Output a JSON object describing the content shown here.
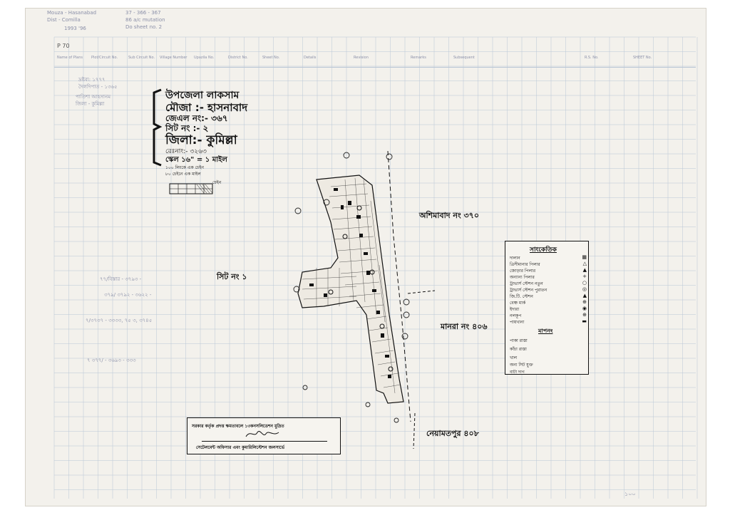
{
  "sheet": {
    "page_code": "P 70"
  },
  "header_columns": [
    "Name of Plans",
    "Plot/Circuit No.",
    "Sub Circuit No.",
    "Village Number",
    "Upazila No.",
    "District No.",
    "Sheet No.",
    "Details",
    "Revision",
    "Remarks",
    "Subsequent",
    "R.S. No.",
    "SHEET No."
  ],
  "title_block": {
    "upazila": "উপজেলা লাকসাম",
    "mouza": "মৌজা :- হাসনাবাদ",
    "jl_no": "জেএল নং:- ৩৬৭",
    "sheet_no": "সিট নং :- ২",
    "district": "জিলা:- কুমিল্লা",
    "registration": "রেঃনাং:- ৩২৬৩",
    "scale": "স্কেল ১৬\" = ১ মাইল",
    "chain_line1": "১০০ লিংকে এক চেইন",
    "chain_line2": "৮০ চেইনে এক মাইল",
    "scalebar_label": "চেইন"
  },
  "map_labels": {
    "adjacent_north_east": "অশিমাবাদ নং ৩৭০",
    "adjacent_east": "মানরা নং ৪০৬",
    "adjacent_south": "নেয়ামতপুর ৪০৮",
    "adjacent_west": "সিট নং ১"
  },
  "legend": {
    "title": "সাংকেতিক",
    "rows": [
      {
        "label": "দালান",
        "symbol": "▦"
      },
      {
        "label": "ত্রিসীমানার পিলার",
        "symbol": "△"
      },
      {
        "label": "জোড়ার পিলার",
        "symbol": "▲"
      },
      {
        "label": "অন্যান্য পিলার",
        "symbol": "+"
      },
      {
        "label": "ট্রাভার্স স্টেশন নতুন",
        "symbol": "○"
      },
      {
        "label": "ট্রাভার্স স্টেশন পুরাতন",
        "symbol": "◎"
      },
      {
        "label": "জি.টি. স্টেশন",
        "symbol": "▲"
      },
      {
        "label": "বেঞ্চ মার্ক",
        "symbol": "⊕"
      },
      {
        "label": "ইদারা",
        "symbol": "◉"
      },
      {
        "label": "নলকূপ",
        "symbol": "⊕"
      },
      {
        "label": "পায়খানা",
        "symbol": "▬"
      }
    ],
    "roads_title": "মাপনং",
    "roads": [
      "পাকা রাস্তা",
      "কাঁচা রাস্তা",
      "খাল",
      "অন্য সিট যুক্ত",
      "বাটা দাগ"
    ]
  },
  "certificate": {
    "text": "সরকার কর্তৃক প্রদত্ত ক্ষমতাবলে ১৩কনসলিডেশন মুদ্রিত",
    "signature": "signature",
    "footer": "সেটেলমেন্ট অফিসার এবং কুমারিলিস্টেশন জলসার্ভে"
  },
  "pencil_notes": {
    "top_left": [
      "Mouza - Hasanabad",
      "Dist - Comilla",
      "1993 '96"
    ],
    "top_mid": [
      "37 - 366 - 367",
      "86 a/c mutation",
      "Do sheet no. 2"
    ],
    "side": [
      "দ্রষ্টব্য: ১৭৭৭",
      "দৈলদিপাত - ১৩৬৫",
      "পাতিশা আহসানম",
      "জিলা - কুমিল্লা"
    ],
    "plot_notes": [
      "৭৭/বিস্তার - ৩৭৯৩ -",
      "৩৭৯/ ৩৭৯২ - ৩৬২২ -",
      "৭/৩৭৩৭ - ৩৩৩৩, ৭৫ ৩, ৩৭৪৫",
      "৭ ৩৭৭/ - ৩৬৯৩ - ৩৩৩"
    ],
    "bottom_right": "১০০"
  },
  "colors": {
    "sheet": "#f3f1ec",
    "grid": "#b9c6d6",
    "ink": "#111111",
    "pencil": "#8a8fa8"
  }
}
